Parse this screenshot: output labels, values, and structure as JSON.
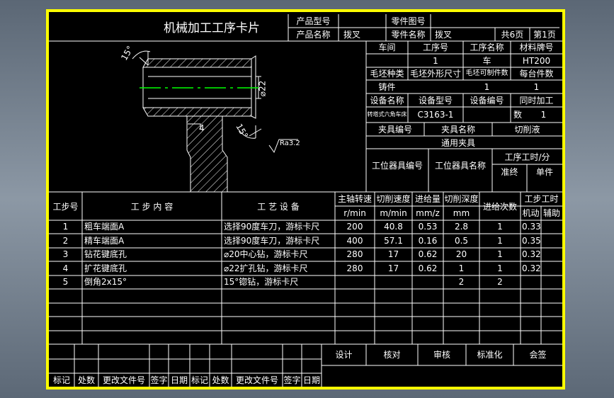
{
  "card": {
    "title": "机械加工工序卡片",
    "product_model_label": "产品型号",
    "product_name_label": "产品名称",
    "product_name": "拨叉",
    "part_drawing_label": "零件图号",
    "part_name_label": "零件名称",
    "part_name": "拨叉",
    "total_pages": "共6页",
    "page_no": "第1页"
  },
  "info": {
    "workshop_label": "车间",
    "op_no_label": "工序号",
    "op_name_label": "工序名称",
    "material_label": "材料牌号",
    "op_no": "1",
    "op_name": "车",
    "material": "HT200",
    "blank_type_label": "毛坯种类",
    "blank_dim_label": "毛坯外形尺寸",
    "blank_count_label": "毛坯可制件数",
    "per_unit_label": "每台件数",
    "blank_type": "铸件",
    "blank_count": "1",
    "per_unit": "1",
    "equip_name_label": "设备名称",
    "equip_model_label": "设备型号",
    "equip_no_label": "设备编号",
    "simul_label": "同时加工",
    "equip_name": "转塔式六角车床",
    "equip_model": "C3163-1",
    "simul_count_label": "数",
    "simul_count": "1",
    "fixture_no_label": "夹具编号",
    "fixture_name_label": "夹具名称",
    "coolant_label": "切削液",
    "fixture_name": "通用夹具",
    "station_no_label": "工位器具编号",
    "station_name_label": "工位器具名称",
    "op_time_label": "工序工时/分",
    "prep_label": "准终",
    "unit_label": "单件"
  },
  "drawing": {
    "angle1": "15°",
    "angle2": "15°",
    "dia": "⌀22",
    "chamfer": "4",
    "rough": "Ra3.2"
  },
  "table": {
    "h_step": "工步号",
    "h_content": "工 步 内 容",
    "h_equip": "工 艺 设 备",
    "h_speed": "主轴转速",
    "h_cut": "切削速度",
    "h_feed": "进给量",
    "h_depth": "切削深度",
    "h_passes": "进给次数",
    "h_time": "工步工时",
    "u_speed": "r/min",
    "u_cut": "m/min",
    "u_feed": "mm/z",
    "u_depth": "mm",
    "u_machine": "机动",
    "u_aux": "辅助",
    "rows": [
      {
        "no": "1",
        "content": "粗车端面A",
        "equip": "选择90度车刀，游标卡尺",
        "speed": "200",
        "cut": "40.8",
        "feed": "0.53",
        "depth": "2.8",
        "passes": "1",
        "time": "0.33"
      },
      {
        "no": "2",
        "content": "精车端面A",
        "equip": "选择90度车刀，游标卡尺",
        "speed": "400",
        "cut": "57.1",
        "feed": "0.16",
        "depth": "0.5",
        "passes": "1",
        "time": "0.35"
      },
      {
        "no": "3",
        "content": "钻花键底孔",
        "equip": "⌀20中心钻，游标卡尺",
        "speed": "280",
        "cut": "17",
        "feed": "0.62",
        "depth": "20",
        "passes": "1",
        "time": "0.32"
      },
      {
        "no": "4",
        "content": "扩花键底孔",
        "equip": "⌀22扩孔钻，游标卡尺",
        "speed": "280",
        "cut": "17",
        "feed": "0.62",
        "depth": "1",
        "passes": "1",
        "time": "0.32"
      },
      {
        "no": "5",
        "content": "倒角2x15°",
        "equip": "15°锪钻，游标卡尺",
        "speed": "",
        "cut": "",
        "feed": "",
        "depth": "2",
        "passes": "2",
        "time": ""
      }
    ]
  },
  "footer": {
    "design": "设计",
    "check": "核对",
    "review": "审核",
    "standard": "标准化",
    "sign": "会签",
    "mark": "标记",
    "count": "处数",
    "doc": "更改文件号",
    "signature": "签字",
    "date": "日期"
  },
  "colors": {
    "line": "#ffffff",
    "border": "#ffff00",
    "center": "#00ff00",
    "hatch": "#ffffff",
    "background": "#000000"
  }
}
